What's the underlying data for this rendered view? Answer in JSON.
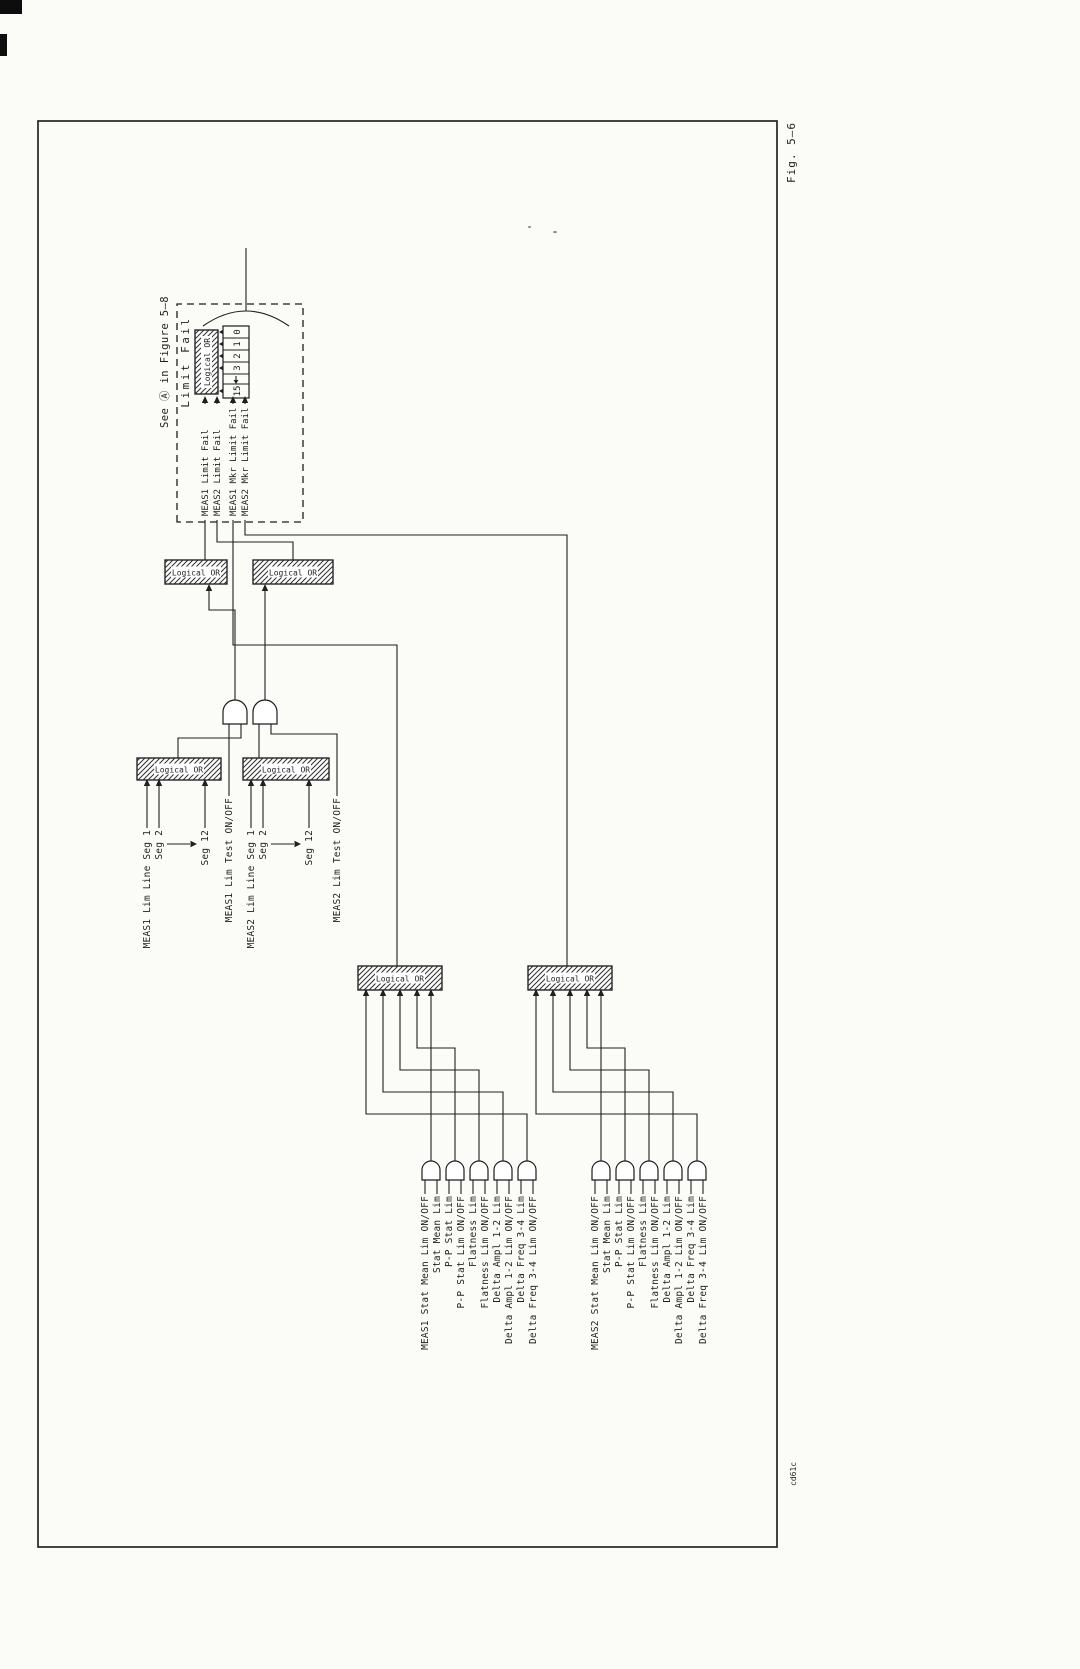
{
  "page": {
    "figure_caption": "Fig. 5—6",
    "drawing_code": "cd61c"
  },
  "labels": {
    "logical_or": "Logical OR"
  },
  "output_register": {
    "see_note": "See Ⓐ in Figure 5—8",
    "title": "Limit Fail",
    "or_bar": "Logical OR",
    "bits": [
      "0",
      "1",
      "2",
      "3"
    ],
    "last_bit": "15",
    "inputs": [
      "MEAS1 Limit Fail",
      "MEAS2 Limit Fail",
      "MEAS1 Mkr Limit Fail",
      "MEAS2 Mkr Limit Fail"
    ]
  },
  "line_limits": {
    "meas1": {
      "seg1": "MEAS1 Lim Line Seg 1",
      "seg2": "Seg 2",
      "seg12": "Seg 12",
      "test": "MEAS1 Lim Test ON/OFF"
    },
    "meas2": {
      "seg1": "MEAS2 Lim Line Seg 1",
      "seg2": "Seg 2",
      "seg12": "Seg 12",
      "test": "MEAS2 Lim Test ON/OFF"
    }
  },
  "mkr_limits": {
    "meas1": [
      "MEAS1 Stat Mean Lim ON/OFF",
      "Stat Mean Lim",
      "P-P Stat Lim",
      "P-P Stat Lim ON/OFF",
      "Flatness Lim",
      "Flatness Lim ON/OFF",
      "Delta Ampl 1-2 Lim",
      "Delta Ampl 1-2 Lim ON/OFF",
      "Delta Freq 3-4 Lim",
      "Delta Freq 3-4 Lim ON/OFF"
    ],
    "meas2": [
      "MEAS2 Stat Mean Lim ON/OFF",
      "Stat Mean Lim",
      "P-P Stat Lim",
      "P-P Stat Lim ON/OFF",
      "Flatness Lim",
      "Flatness Lim ON/OFF",
      "Delta Ampl 1-2 Lim",
      "Delta Ampl 1-2 Lim ON/OFF",
      "Delta Freq 3-4 Lim",
      "Delta Freq 3-4 Lim ON/OFF"
    ]
  }
}
